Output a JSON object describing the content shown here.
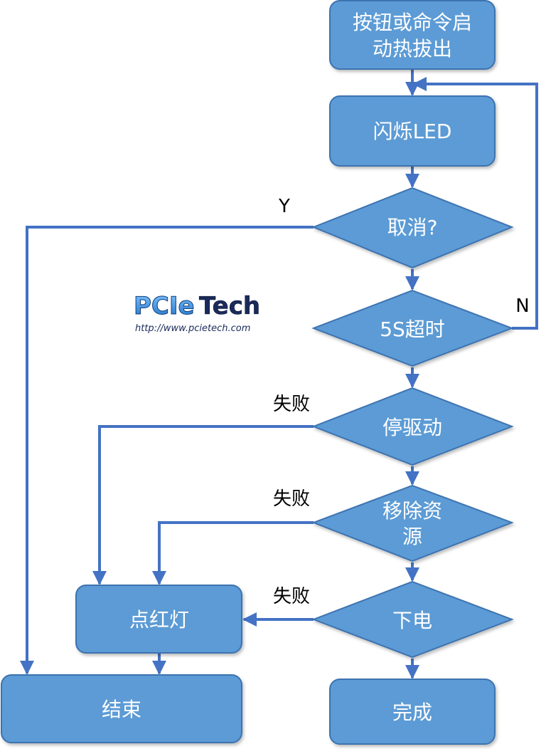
{
  "colors": {
    "node_fill": "#5B9BD5",
    "node_stroke": "#3E73B0",
    "connector": "#4472C4",
    "text": "#FFFFFF",
    "label": "#000000"
  },
  "nodes": {
    "start": {
      "line1": "按钮或命令启",
      "line2": "动热拔出"
    },
    "blink": "闪烁LED",
    "cancel": "取消?",
    "timeout": "5S超时",
    "stop_driver": "停驱动",
    "remove_resource": {
      "line1": "移除资",
      "line2": "源"
    },
    "power_off": "下电",
    "red_light": "点红灯",
    "end": "结束",
    "done": "完成"
  },
  "edge_labels": {
    "yes": "Y",
    "no": "N",
    "fail_stop_driver": "失败",
    "fail_remove_resource": "失败",
    "fail_power_off": "失败"
  },
  "logo": {
    "brand_part1": "PCIe",
    "brand_part2": "Tech",
    "url": "http://www.pcietech.com"
  }
}
